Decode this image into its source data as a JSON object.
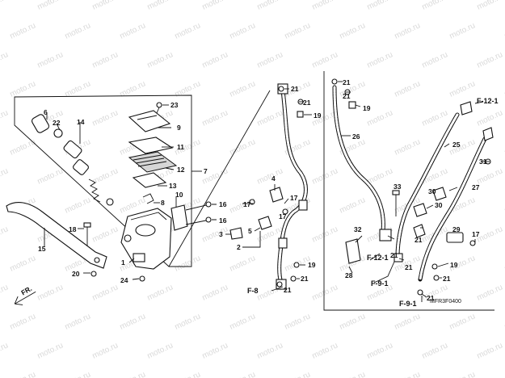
{
  "watermark": {
    "text": "moto.ru"
  },
  "diagram_code": "MFR3F0400",
  "direction_arrow": {
    "label": "FR."
  },
  "part_labels": [
    "1",
    "2",
    "3",
    "4",
    "5",
    "6",
    "7",
    "8",
    "9",
    "10",
    "11",
    "12",
    "13",
    "14",
    "15",
    "16",
    "17",
    "18",
    "19",
    "20",
    "21",
    "22",
    "23",
    "24",
    "25",
    "26",
    "27",
    "28",
    "29",
    "30",
    "31",
    "32",
    "33"
  ],
  "references": {
    "f8": "F-8",
    "f91": "F-9-1",
    "f121": "F-12-1"
  },
  "colors": {
    "line": "#111111",
    "watermark": "#d9d9d9",
    "background": "#ffffff"
  }
}
